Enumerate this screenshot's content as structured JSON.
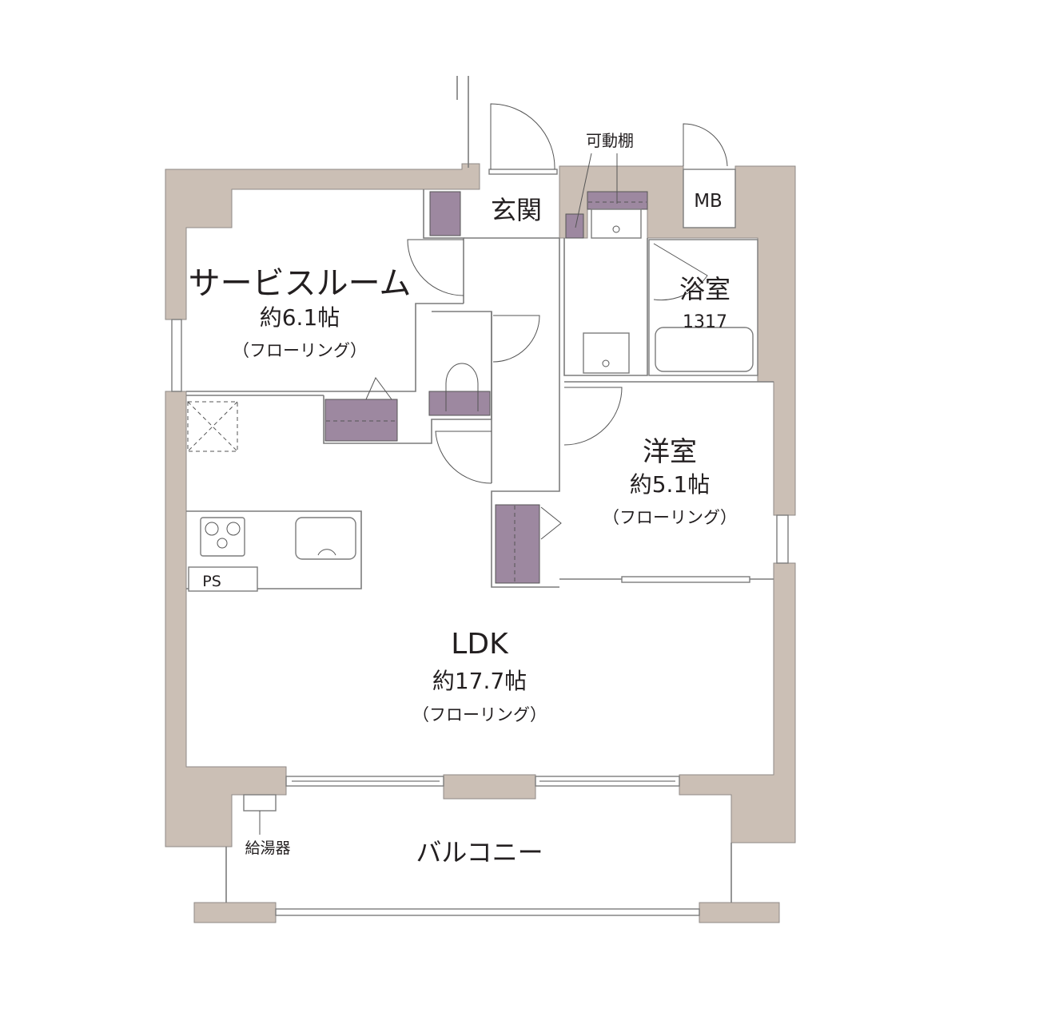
{
  "rooms": {
    "service_room": {
      "name": "サービスルーム",
      "size": "約6.1帖",
      "floor": "（フローリング）"
    },
    "entrance": {
      "name": "玄関"
    },
    "bathroom": {
      "name": "浴室",
      "unit_size": "1317"
    },
    "western_room": {
      "name": "洋室",
      "size": "約5.1帖",
      "floor": "（フローリング）"
    },
    "ldk": {
      "name": "LDK",
      "size": "約17.7帖",
      "floor": "（フローリング）"
    },
    "balcony": {
      "name": "バルコニー"
    }
  },
  "labels": {
    "movable_shelf": "可動棚",
    "meter_box": "MB",
    "pipe_space": "PS",
    "water_heater": "給湯器"
  },
  "colors": {
    "wall": "#cbbfb5",
    "storage": "#9d88a0"
  }
}
